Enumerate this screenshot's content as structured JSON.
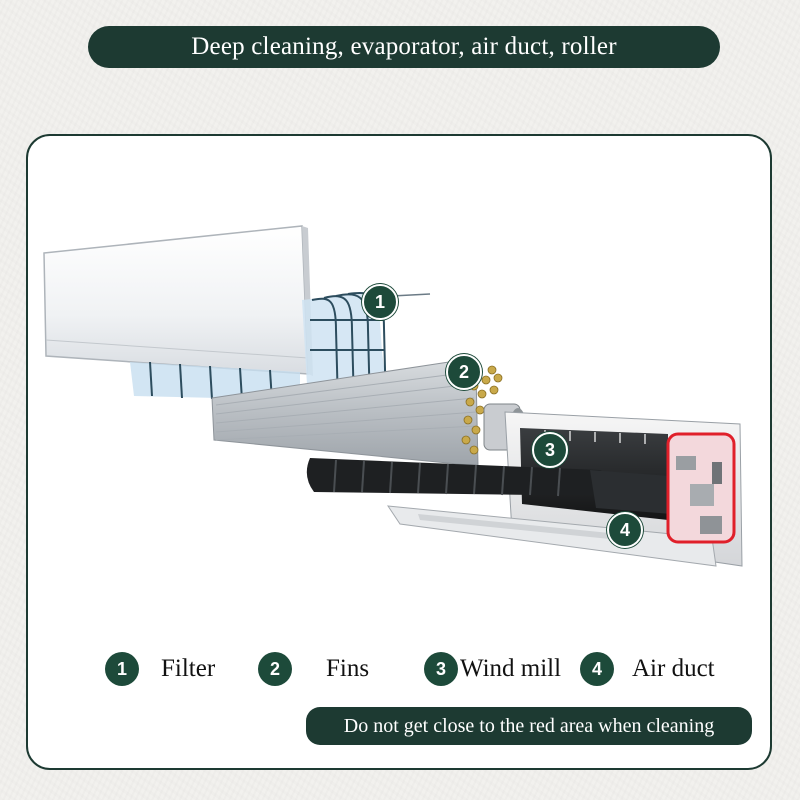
{
  "title": "Deep cleaning, evaporator, air duct, roller",
  "badges": [
    "1",
    "2",
    "3",
    "4"
  ],
  "legend": [
    {
      "number": "1",
      "label": "Filter"
    },
    {
      "number": "2",
      "label": "Fins"
    },
    {
      "number": "3",
      "label": "Wind mill"
    },
    {
      "number": "4",
      "label": "Air duct"
    }
  ],
  "warning": "Do not get close to the red area when cleaning",
  "colors": {
    "accent_dark_green": "#1d3a32",
    "badge_green": "#1d4a3a",
    "warning_red": "#e0202a"
  }
}
